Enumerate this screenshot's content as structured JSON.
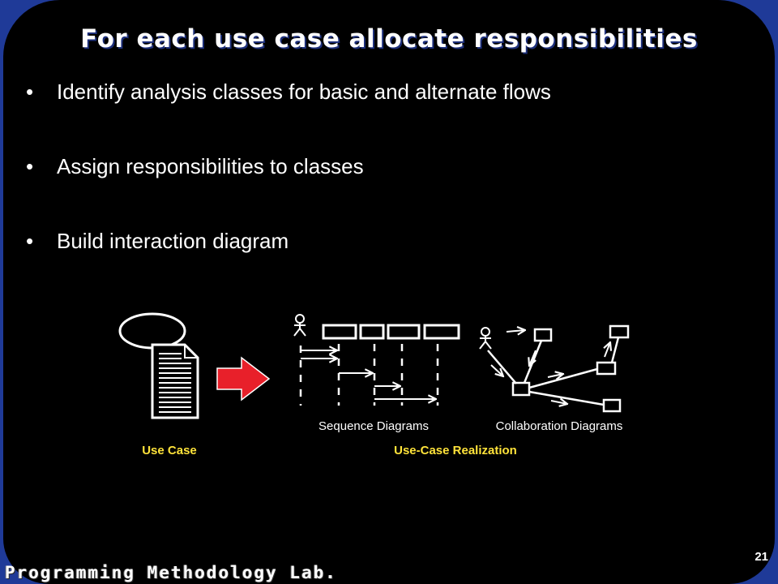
{
  "slide": {
    "title": "For each use case allocate responsibilities",
    "bullets": [
      "Identify analysis classes for basic and alternate flows",
      "Assign responsibilities to classes",
      "Build interaction diagram"
    ],
    "page_number": "21",
    "lab_name": "Programming Methodology Lab."
  },
  "diagram": {
    "labels": {
      "sequence": "Sequence Diagrams",
      "collaboration": "Collaboration Diagrams",
      "use_case": "Use Case",
      "realization": "Use-Case Realization"
    },
    "colors": {
      "background": "#000000",
      "frame": "#1f3a98",
      "arrow": "#e8202a",
      "caption_yellow": "#ffe33a"
    }
  }
}
